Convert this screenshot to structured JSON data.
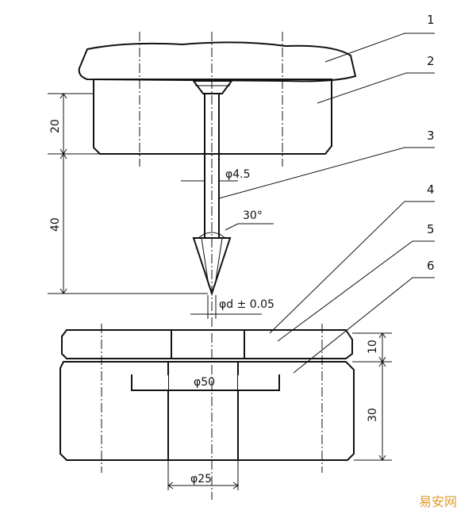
{
  "part_labels": [
    "1",
    "2",
    "3",
    "4",
    "5",
    "6"
  ],
  "dimensions": {
    "d20": "20",
    "d40": "40",
    "d10": "10",
    "d30": "30",
    "phi45": "φ4.5",
    "angle": "30°",
    "phid": "φd ± 0.05",
    "phi50": "φ50",
    "phi25": "φ25"
  },
  "watermark": "易安网"
}
